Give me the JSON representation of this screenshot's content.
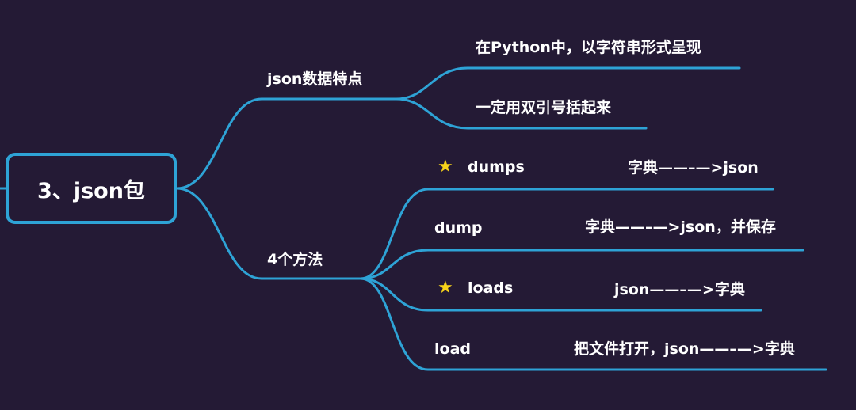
{
  "root": {
    "label": "3、json包"
  },
  "branches": [
    {
      "label": "json数据特点",
      "children": [
        {
          "label": "在Python中，以字符串形式呈现"
        },
        {
          "label": "一定用双引号括起来"
        }
      ]
    },
    {
      "label": "4个方法",
      "children": [
        {
          "label": "dumps",
          "starred": true,
          "note": "字典——–—>json"
        },
        {
          "label": "dump",
          "starred": false,
          "note": "字典——–—>json，并保存"
        },
        {
          "label": "loads",
          "starred": true,
          "note": "json——–—>字典"
        },
        {
          "label": "load",
          "starred": false,
          "note": "把文件打开，json——–—>字典"
        }
      ]
    }
  ],
  "colors": {
    "background": "#241a35",
    "connector": "#2ea3d6",
    "text": "#ffffff",
    "star": "#f7d31a"
  },
  "icons": {
    "star": "star-icon"
  }
}
